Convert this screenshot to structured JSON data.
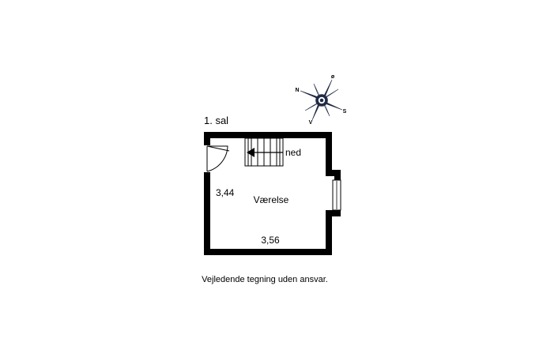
{
  "floor": {
    "label": "1. sal"
  },
  "room": {
    "name": "Værelse",
    "width_label": "3,56",
    "depth_label": "3,44"
  },
  "stairs": {
    "label": "ned"
  },
  "compass": {
    "north": "N",
    "east": "ø",
    "south": "S",
    "west": "V"
  },
  "disclaimer": "Vejledende tegning uden ansvar.",
  "colors": {
    "wall": "#000000",
    "compass_fill": "#1f2a44",
    "background": "#ffffff"
  }
}
